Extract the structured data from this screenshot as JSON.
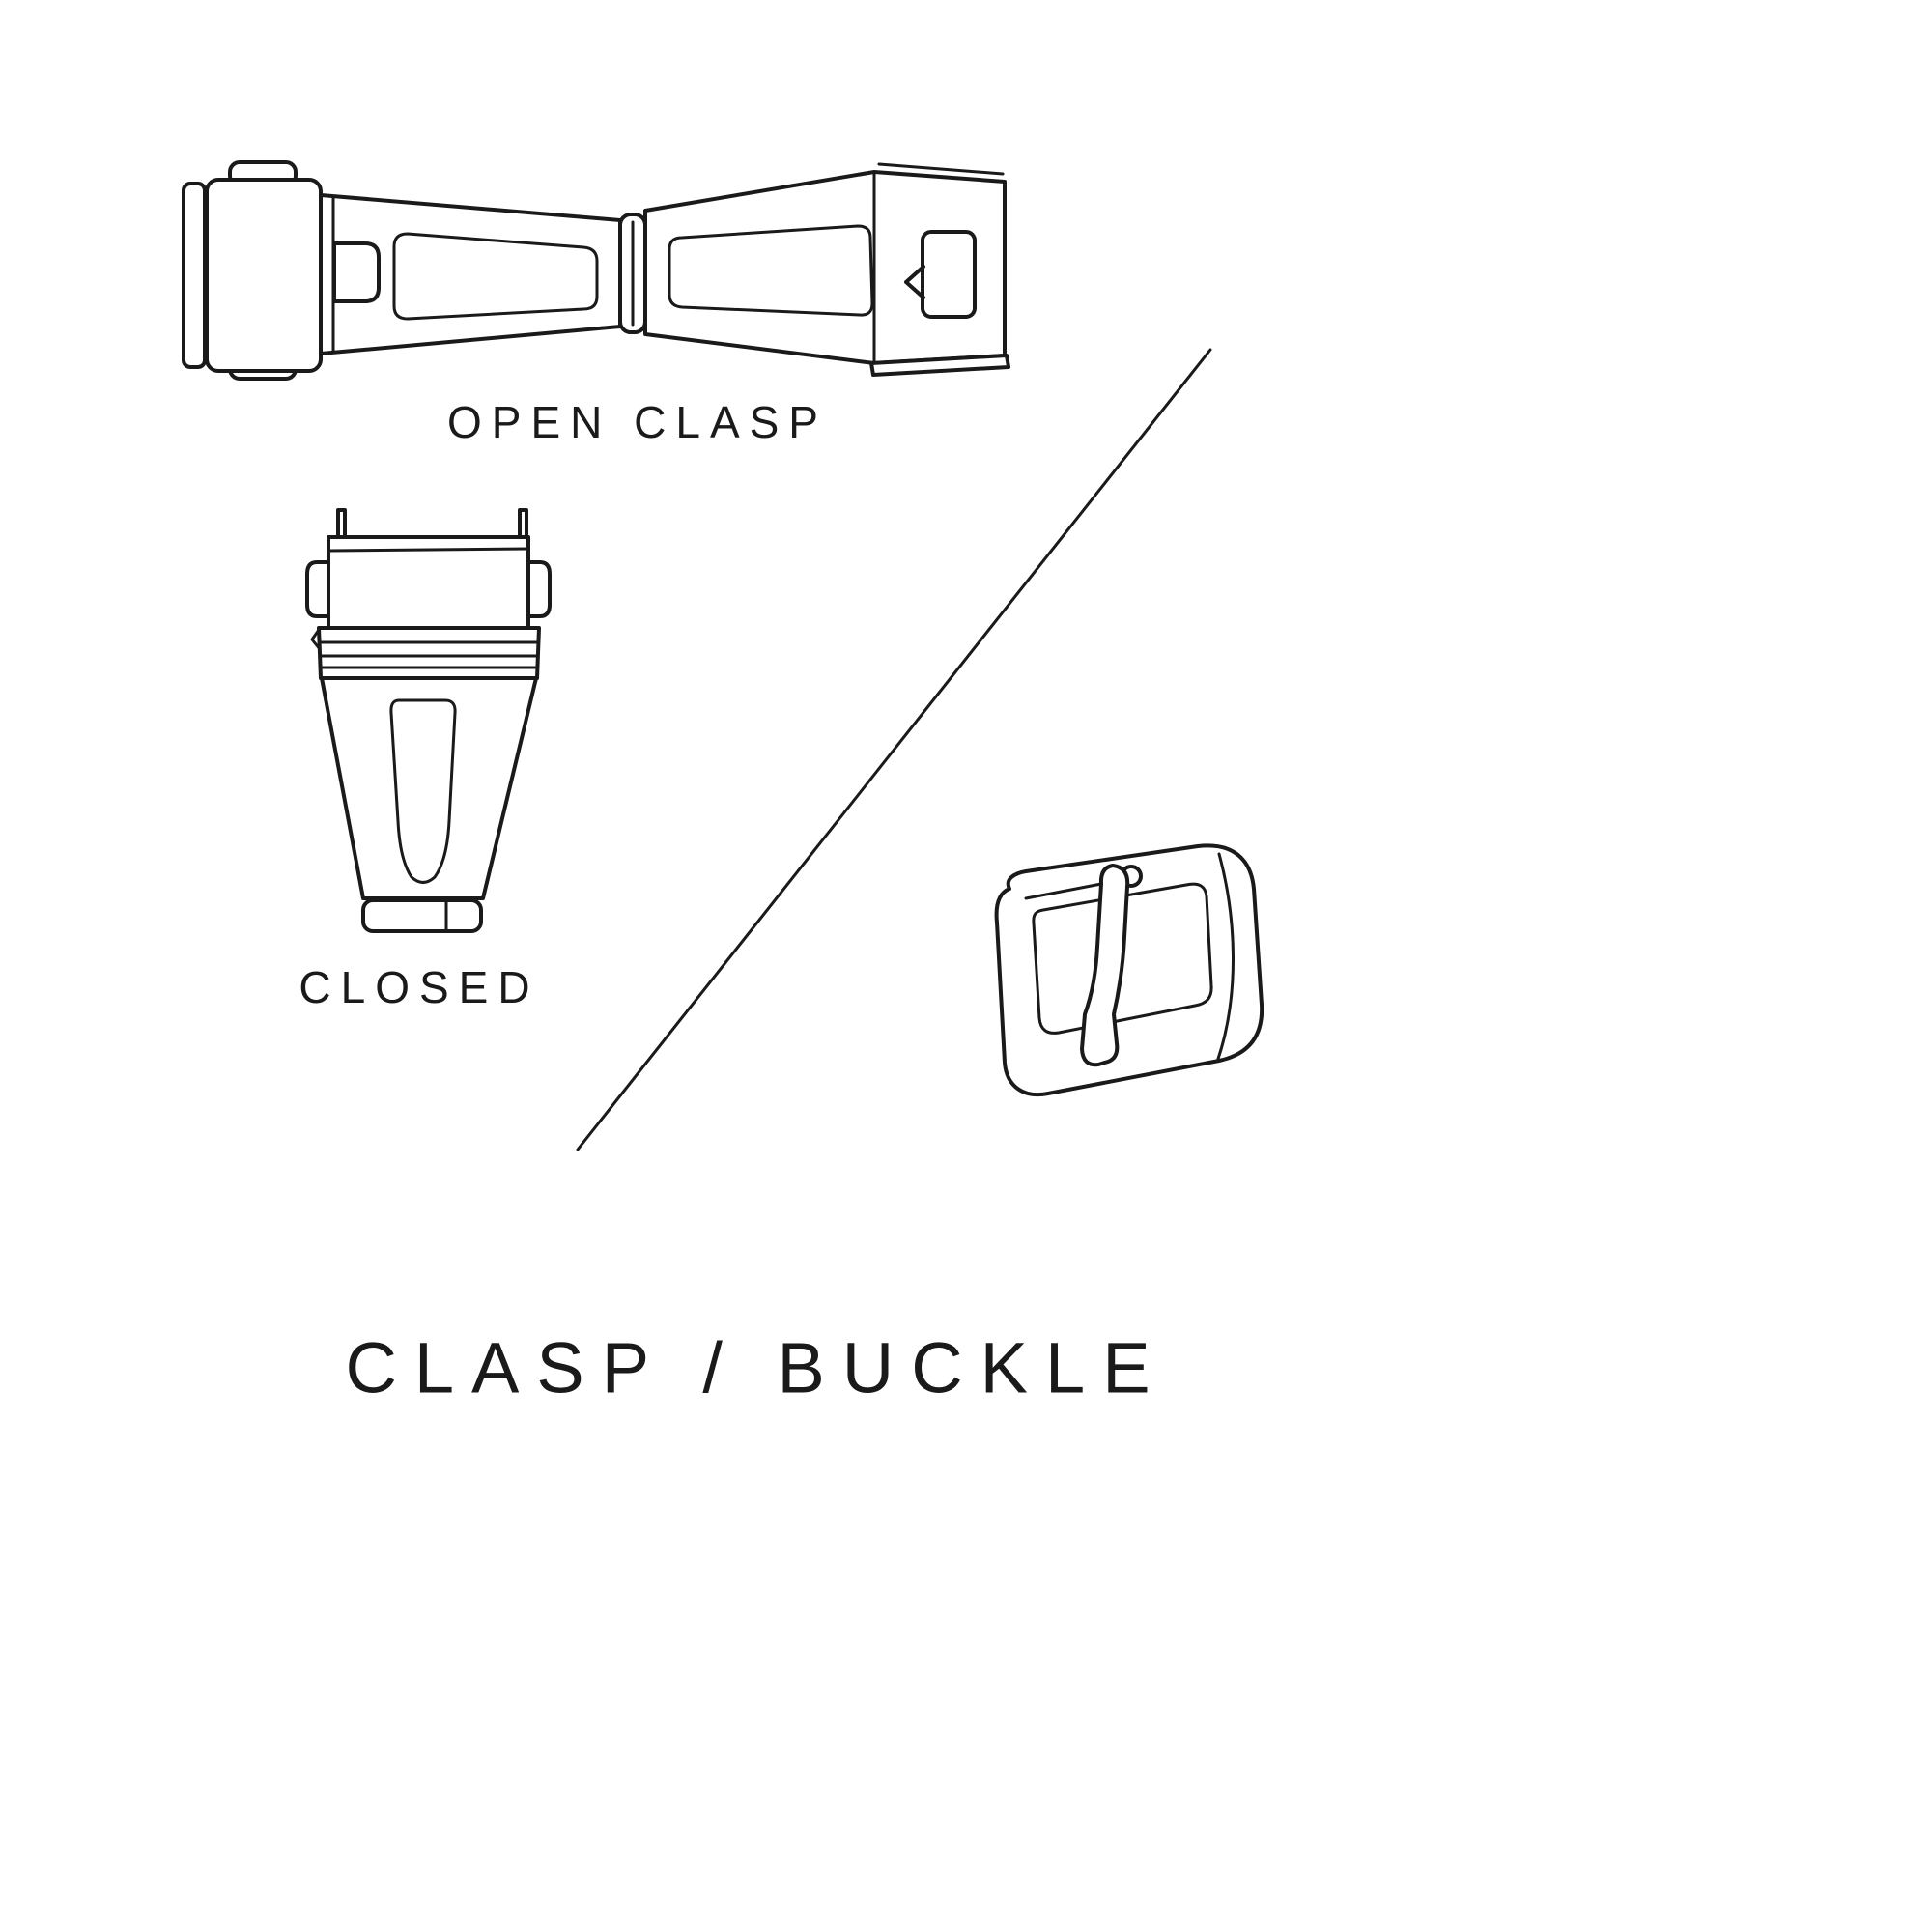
{
  "footer": {
    "title": "CLASP / BUCKLE"
  },
  "illustrations": {
    "open_clasp": {
      "icon": "open-clasp-illustration",
      "caption": "OPEN CLASP"
    },
    "closed_clasp": {
      "icon": "closed-clasp-illustration",
      "caption": "CLOSED"
    },
    "pin_buckle": {
      "icon": "pin-buckle-illustration"
    }
  },
  "divider": {
    "icon": "diagonal-divider-line"
  },
  "colors": {
    "background": "#ffffff",
    "line": "#1a1a1a",
    "text": "#1a1a1a"
  }
}
